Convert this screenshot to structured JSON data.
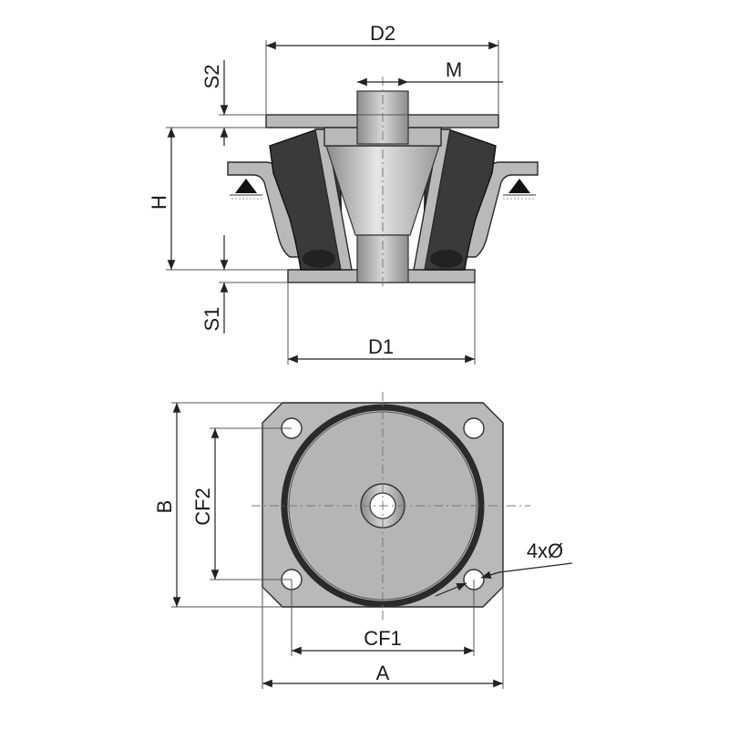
{
  "labels": {
    "d2": "D2",
    "m": "M",
    "s2": "S2",
    "h": "H",
    "s1": "S1",
    "d1": "D1",
    "b": "B",
    "cf2": "CF2",
    "cf1": "CF1",
    "a": "A",
    "holes": "4xØ"
  },
  "colors": {
    "plate": "#b9b9b9",
    "rubber": "#3a3a3a",
    "outline": "#2a2a2a"
  }
}
